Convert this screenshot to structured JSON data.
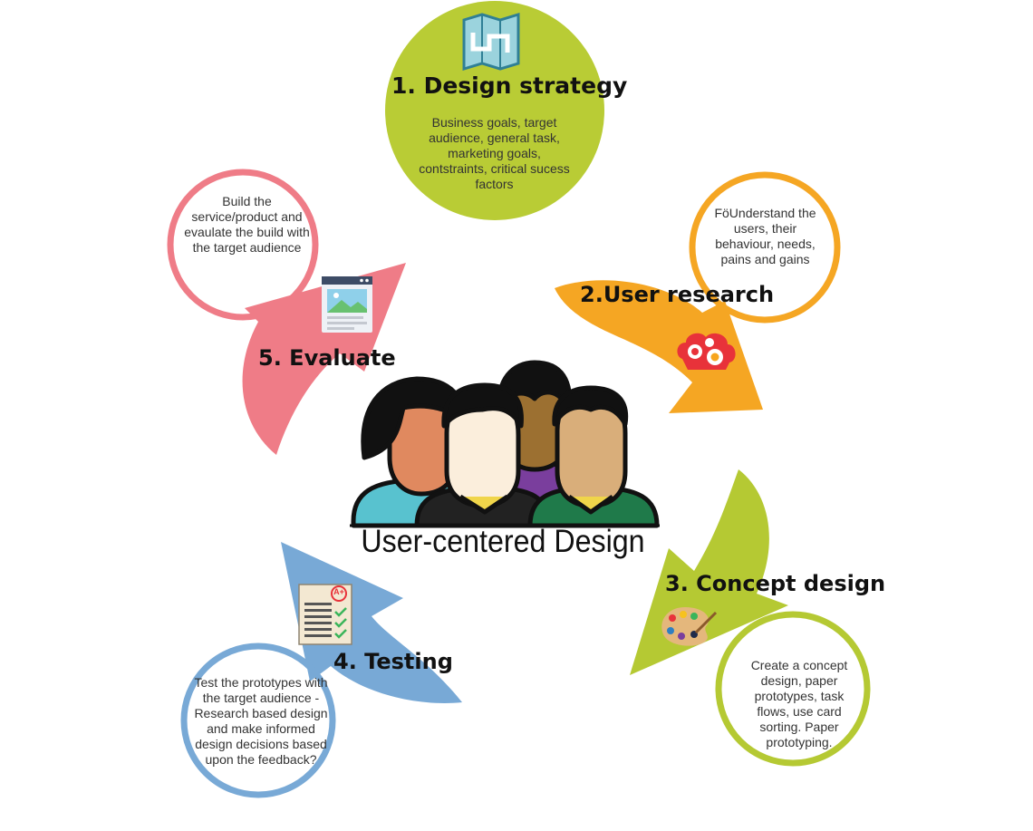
{
  "center": {
    "label": "User-centered Design"
  },
  "steps": [
    {
      "title": "1. Design strategy",
      "description": "Business goals, target audience, general task, marketing goals, contstraints, critical sucess factors",
      "color": "#b9cc35",
      "icon": "map-icon"
    },
    {
      "title": "2.User research",
      "description": "FöUnderstand the users, their behaviour, needs, pains and gains",
      "color": "#f5a623",
      "icon": "gears-icon"
    },
    {
      "title": "3. Concept design",
      "description": "Create a concept design, paper prototypes, task flows, use card sorting. Paper prototyping.",
      "color": "#b5c933",
      "icon": "palette-icon"
    },
    {
      "title": "4. Testing",
      "description": "Test the prototypes with the target audience - Research based design and make informed design decisions based upon the feedback?",
      "color": "#78a9d6",
      "icon": "graded-test-icon"
    },
    {
      "title": "5. Evaluate",
      "description": "Build the service/product and evaulate the build with the target audience",
      "color": "#ef7c87",
      "icon": "browser-window-icon"
    }
  ],
  "grade_mark": "A+"
}
